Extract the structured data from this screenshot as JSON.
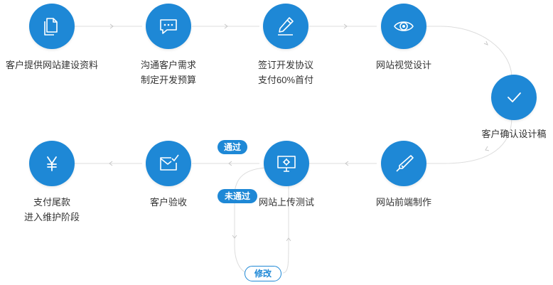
{
  "steps": [
    {
      "id": "provide-materials",
      "lines": [
        "客户提供网站建设资料"
      ],
      "icon": "document-icon"
    },
    {
      "id": "communicate",
      "lines": [
        "沟通客户需求",
        "制定开发预算"
      ],
      "icon": "chat-bubble-icon"
    },
    {
      "id": "sign-agreement",
      "lines": [
        "签订开发协议",
        "支付60%首付"
      ],
      "icon": "pen-icon"
    },
    {
      "id": "visual-design",
      "lines": [
        "网站视觉设计"
      ],
      "icon": "eye-icon"
    },
    {
      "id": "confirm-design",
      "lines": [
        "客户确认设计稿"
      ],
      "icon": "checkmark-icon"
    },
    {
      "id": "frontend",
      "lines": [
        "网站前端制作"
      ],
      "icon": "scalpel-icon"
    },
    {
      "id": "upload-test",
      "lines": [
        "网站上传测试"
      ],
      "icon": "monitor-gear-icon"
    },
    {
      "id": "acceptance",
      "lines": [
        "客户验收"
      ],
      "icon": "envelope-check-icon"
    },
    {
      "id": "payment",
      "lines": [
        "支付尾款",
        "进入维护阶段"
      ],
      "icon": "yen-icon"
    }
  ],
  "badges": {
    "pass": "通过",
    "fail": "未通过",
    "revise": "修改"
  },
  "colors": {
    "accent": "#1e88d6",
    "line": "#dcdcdc",
    "text": "#333333"
  }
}
